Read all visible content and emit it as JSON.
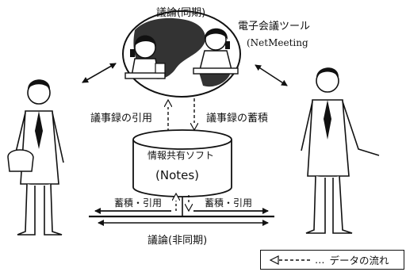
{
  "labels": {
    "sync_discussion": "議論(同期)",
    "async_discussion": "議論(非同期)",
    "conference_tool": "電子会議ツール",
    "netmeeting": "(NetMeeting",
    "cite_minutes": "議事録の引用",
    "store_minutes": "議事録の蓄積",
    "info_share_software": "情報共有ソフト",
    "notes": "(Notes)",
    "store_cite_left": "蓄積・引用",
    "store_cite_right": "蓄積・引用"
  },
  "legend": {
    "dots": "…",
    "text": "データの流れ"
  }
}
